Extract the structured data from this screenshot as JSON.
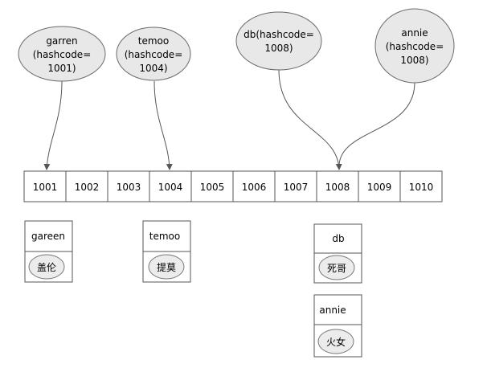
{
  "bubbles": [
    {
      "lines": [
        "garren",
        "(hashcode=",
        "1001)"
      ]
    },
    {
      "lines": [
        "temoo",
        "(hashcode=",
        "1004)"
      ]
    },
    {
      "lines": [
        "db(hashcode=",
        "1008)"
      ]
    },
    {
      "lines": [
        "annie",
        "(hashcode=",
        "1008)"
      ]
    }
  ],
  "buckets": [
    "1001",
    "1002",
    "1003",
    "1004",
    "1005",
    "1006",
    "1007",
    "1008",
    "1009",
    "1010"
  ],
  "entries": [
    {
      "key": "gareen",
      "value": "盖伦"
    },
    {
      "key": "temoo",
      "value": "提莫"
    },
    {
      "key": "db",
      "value": "死哥"
    },
    {
      "key": "annie",
      "value": "火女"
    }
  ]
}
